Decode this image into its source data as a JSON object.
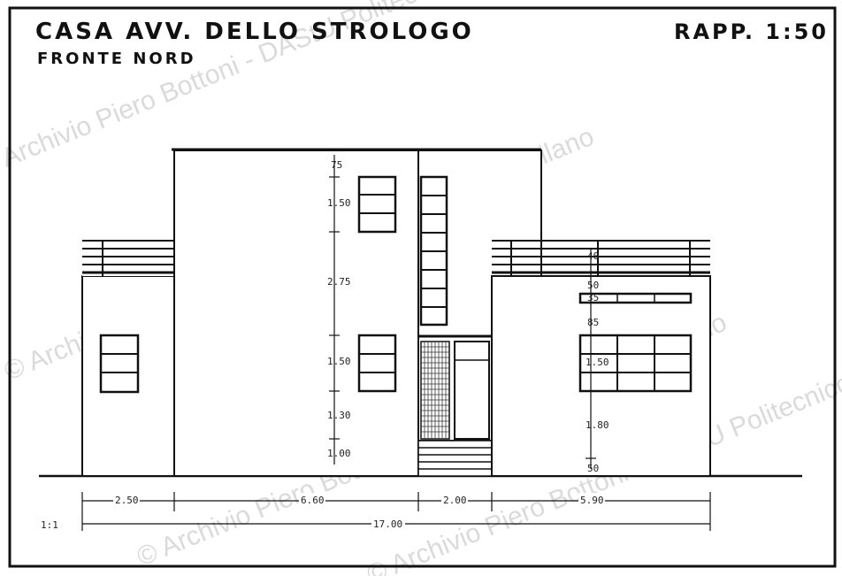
{
  "title": {
    "main": "CASA AVV. DELLO STROLOGO",
    "sub": "FRONTE NORD",
    "scale": "RAPP. 1:50"
  },
  "watermark": {
    "text": "© Archivio Piero Bottoni - DAStU Politecnico di Milano"
  },
  "dimensions": {
    "horizontal": [
      "2.50",
      "6.60",
      "2.00",
      "5.90"
    ],
    "total": "17.00",
    "central_vertical": [
      "75",
      "1.50",
      "2.75",
      "1.50",
      "1.30",
      "1.00"
    ],
    "right_vertical": [
      "40",
      "50",
      "35",
      "85",
      "1.50",
      "1.80",
      "50"
    ]
  },
  "margin_note": "1:1",
  "colors": {
    "ink": "#111111",
    "paper": "#ffffff",
    "watermark": "#bdbdbd"
  }
}
